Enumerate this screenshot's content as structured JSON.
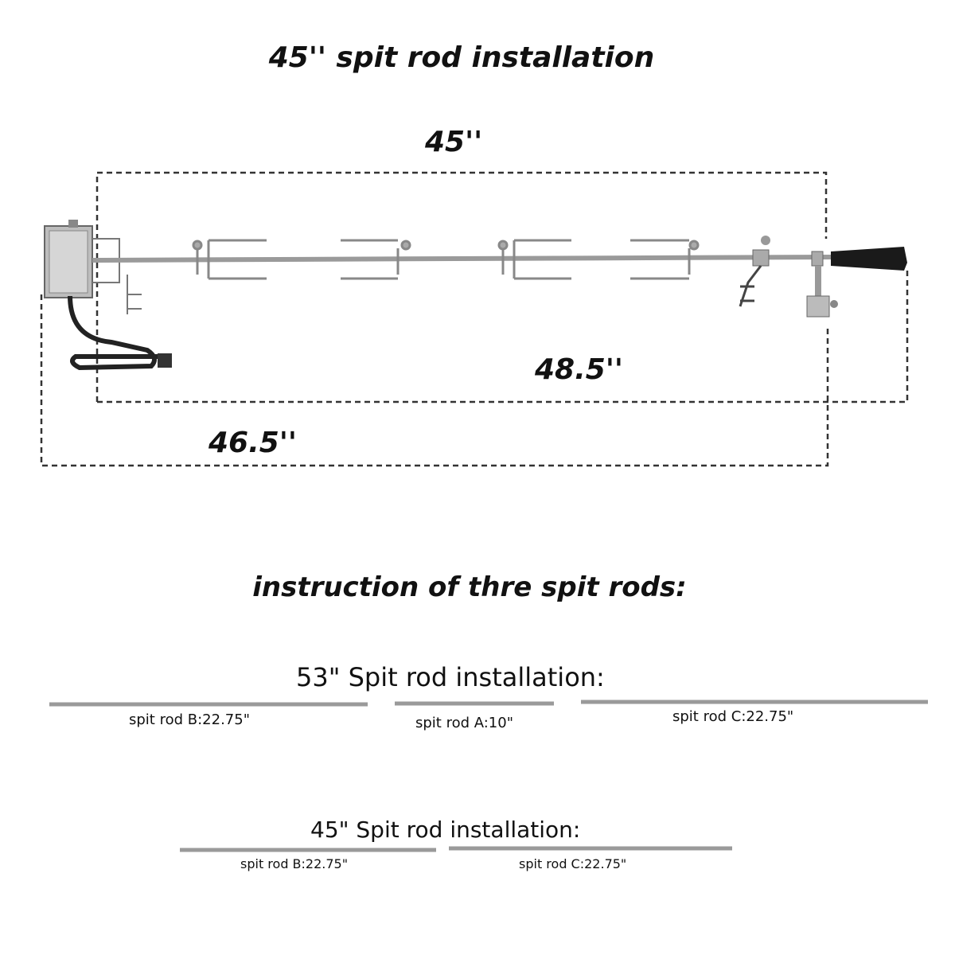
{
  "title": "45'' spit rod installation",
  "dimensions": {
    "rod_length": "45''",
    "overall_length": "48.5''",
    "motor_to_bracket": "46.5''"
  },
  "instruction_heading": "instruction of thre spit rods:",
  "config_53": {
    "title": "53\" Spit rod installation:",
    "rods": [
      {
        "label": "spit rod B:22.75\""
      },
      {
        "label": "spit rod A:10\""
      },
      {
        "label": "spit rod C:22.75\""
      }
    ]
  },
  "config_45": {
    "title": "45\" Spit rod installation:",
    "rods": [
      {
        "label": "spit rod B:22.75\""
      },
      {
        "label": "spit rod C:22.75\""
      }
    ]
  },
  "colors": {
    "rod": "#9a9a9a",
    "handle": "#1a1a1a",
    "dashed": "#333333",
    "motor": "#b8b8b8"
  }
}
